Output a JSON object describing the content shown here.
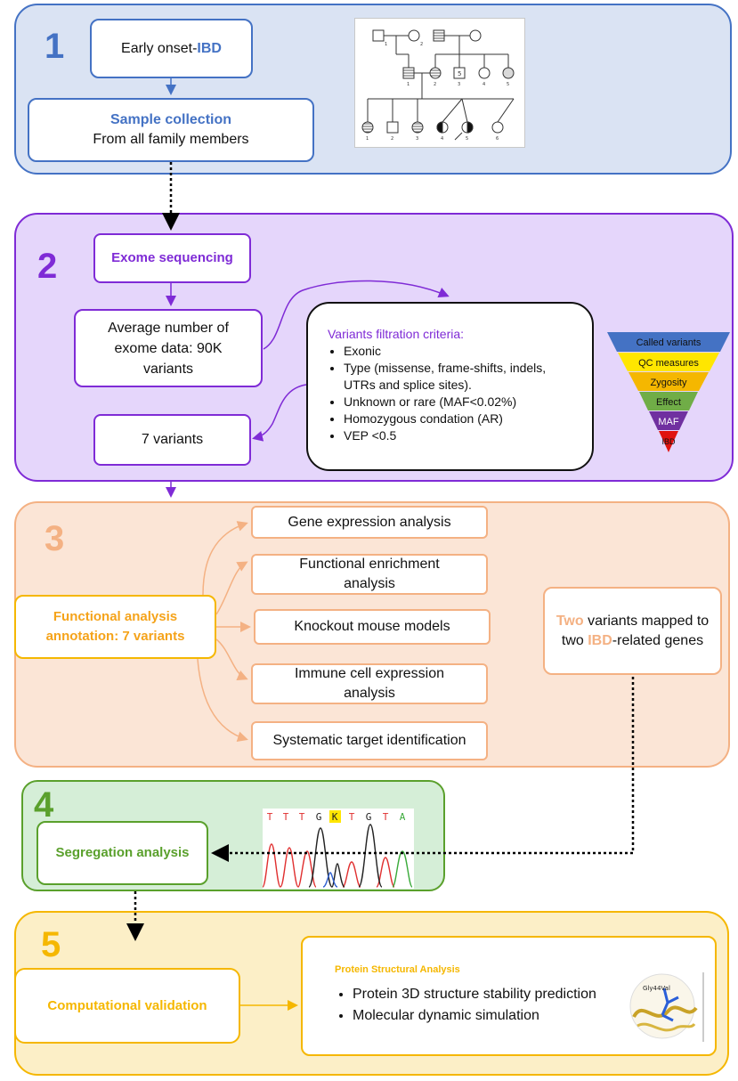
{
  "colors": {
    "blue": "#4472c4",
    "blue_fill": "#dae3f3",
    "purple": "#7f2bd6",
    "purple_fill": "#e5d6fb",
    "orange": "#f4b183",
    "orange_fill": "#fbe5d6",
    "orange_text": "#f5a31a",
    "green": "#5aa02c",
    "green_fill": "#d5eed7",
    "yellow": "#f5b700",
    "yellow_fill": "#fcefc7"
  },
  "step1": {
    "number": "1",
    "early_onset_prefix": "Early onset-",
    "early_onset_bold": "IBD",
    "sample_title": "Sample collection",
    "sample_sub": "From all family members",
    "pedigree_labels": [
      "1",
      "2",
      "1",
      "2",
      "3",
      "4",
      "5",
      "1",
      "2",
      "3",
      "4",
      "5",
      "6"
    ],
    "pedigree_box_label": "5"
  },
  "step2": {
    "number": "2",
    "exome_label": "Exome sequencing",
    "average_label": "Average number of exome data: 90K variants",
    "seven_label": "7 variants",
    "criteria_title": "Variants filtration criteria:",
    "criteria": [
      "Exonic",
      "Type (missense, frame-shifts, indels, UTRs and splice sites).",
      "Unknown or rare (MAF<0.02%)",
      "Homozygous condation (AR)",
      "VEP <0.5"
    ],
    "funnel": [
      {
        "label": "Called variants",
        "color": "#4472c4"
      },
      {
        "label": "QC measures",
        "color": "#ffe600"
      },
      {
        "label": "Zygosity",
        "color": "#f5b700"
      },
      {
        "label": "Effect",
        "color": "#70ad47"
      },
      {
        "label": "MAF",
        "color": "#7030a0"
      },
      {
        "label": "IBD",
        "color": "#e0140f"
      }
    ]
  },
  "step3": {
    "number": "3",
    "functional_label": "Functional analysis annotation: 7 variants",
    "analyses": [
      "Gene expression analysis",
      "Functional enrichment analysis",
      "Knockout mouse models",
      "Immune cell expression analysis",
      "Systematic target identification"
    ],
    "two_word": "Two",
    "two_rest1": " variants mapped to two ",
    "two_ibd": "IBD",
    "two_rest2": "-related genes"
  },
  "step4": {
    "number": "4",
    "segregation_label": "Segregation analysis",
    "bases": [
      "T",
      "T",
      "T",
      "G",
      "K",
      "T",
      "G",
      "T",
      "A"
    ]
  },
  "step5": {
    "number": "5",
    "computational_label": "Computational validation",
    "protein_title": "Protein Structural Analysis",
    "protein_items": [
      "Protein 3D structure stability prediction",
      "Molecular dynamic simulation"
    ],
    "molecule_label": "Gly44Val"
  }
}
